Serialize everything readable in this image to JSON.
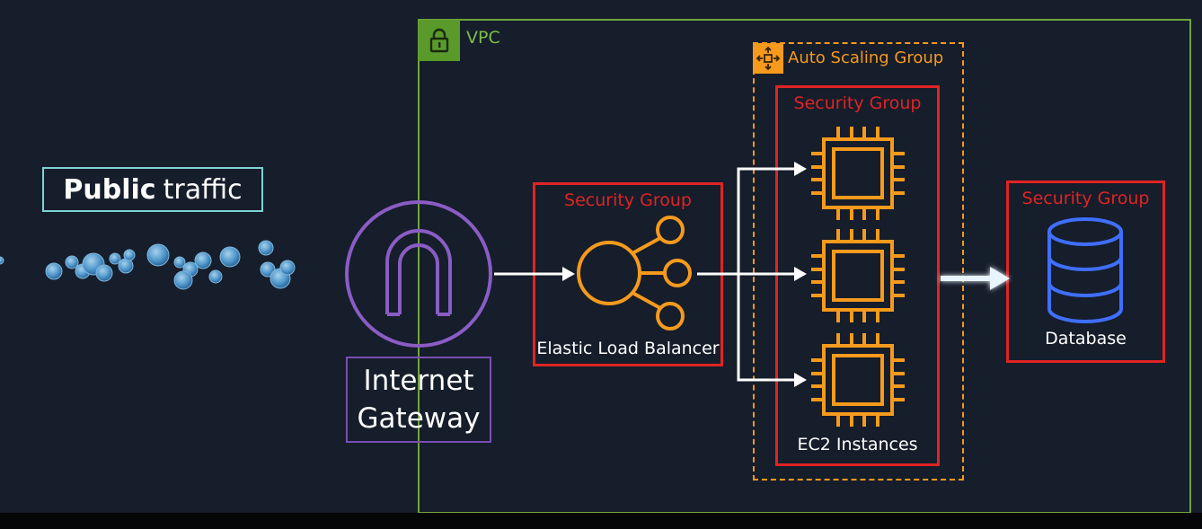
{
  "public_traffic": {
    "bold": "Public",
    "normal": "traffic"
  },
  "vpc": {
    "label": "VPC",
    "badge_icon": "lock-icon"
  },
  "auto_scaling_group": {
    "label": "Auto Scaling Group",
    "badge_icon": "auto-scaling-icon"
  },
  "internet_gateway": {
    "line1": "Internet",
    "line2": "Gateway",
    "icon": "internet-gateway-icon"
  },
  "load_balancer": {
    "security_group": "Security Group",
    "label": "Elastic Load Balancer",
    "icon": "load-balancer-icon"
  },
  "ec2": {
    "security_group": "Security Group",
    "label": "EC2 Instances",
    "icon": "chip-icon",
    "instance_count": 3
  },
  "database": {
    "security_group": "Security Group",
    "label": "Database",
    "icon": "database-icon"
  },
  "colors": {
    "background": "#161d2b",
    "vpc_green": "#6ea63a",
    "orange": "#f59a1d",
    "security_red": "#e02424",
    "gateway_purple": "#7a4fb5",
    "database_blue": "#3f6fff",
    "public_box_border": "#7dd3d3"
  }
}
